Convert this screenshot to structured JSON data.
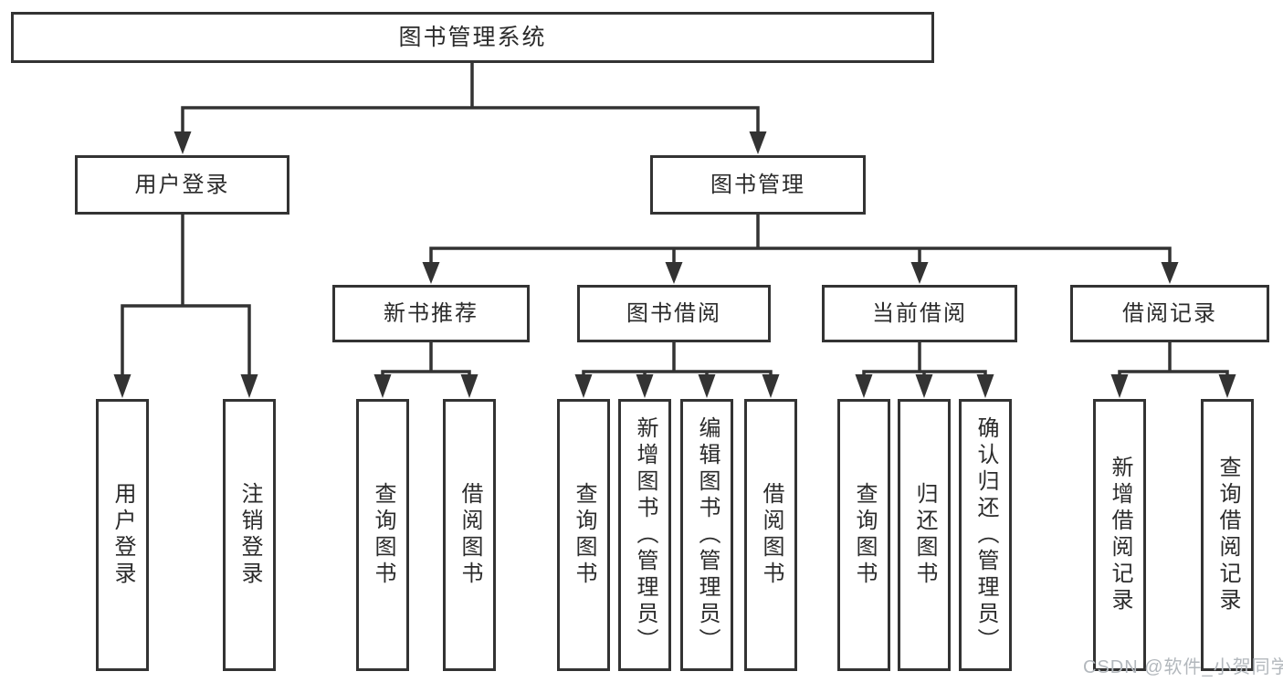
{
  "diagram": {
    "kind": "functional-structure-tree",
    "title": "图书管理系统"
  },
  "tree": {
    "root": {
      "label": "图书管理系统",
      "children": [
        {
          "label": "用户登录",
          "children": [
            {
              "label": "用户登录"
            },
            {
              "label": "注销登录"
            }
          ]
        },
        {
          "label": "图书管理",
          "children": [
            {
              "label": "新书推荐",
              "children": [
                {
                  "label": "查询图书"
                },
                {
                  "label": "借阅图书"
                }
              ]
            },
            {
              "label": "图书借阅",
              "children": [
                {
                  "label": "查询图书"
                },
                {
                  "label": "新增图书（管理员）"
                },
                {
                  "label": "编辑图书（管理员）"
                },
                {
                  "label": "借阅图书"
                }
              ]
            },
            {
              "label": "当前借阅",
              "children": [
                {
                  "label": "查询图书"
                },
                {
                  "label": "归还图书"
                },
                {
                  "label": "确认归还（管理员）"
                }
              ]
            },
            {
              "label": "借阅记录",
              "children": [
                {
                  "label": "新增借阅记录"
                },
                {
                  "label": "查询借阅记录"
                }
              ]
            }
          ]
        }
      ]
    }
  },
  "watermark": {
    "text": "CSDN @软件_小贺同学",
    "color": "#b3b8bd"
  },
  "colors": {
    "line": "#333333",
    "box_border": "#333333",
    "text": "#2b2b2b",
    "background": "#ffffff"
  }
}
